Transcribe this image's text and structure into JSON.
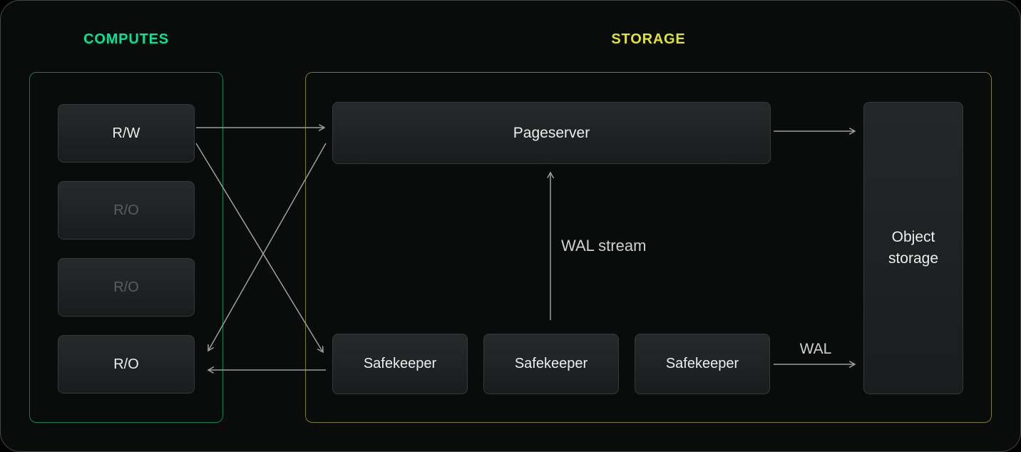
{
  "diagram": {
    "computes": {
      "title": "COMPUTES",
      "accent_color": "#00e599",
      "nodes": [
        {
          "label": "R/W",
          "state": "active"
        },
        {
          "label": "R/O",
          "state": "dimmed"
        },
        {
          "label": "R/O",
          "state": "dimmed"
        },
        {
          "label": "R/O",
          "state": "active"
        }
      ]
    },
    "storage": {
      "title": "STORAGE",
      "accent_color": "#dfe431",
      "pageserver": {
        "label": "Pageserver"
      },
      "safekeepers": [
        {
          "label": "Safekeeper"
        },
        {
          "label": "Safekeeper"
        },
        {
          "label": "Safekeeper"
        }
      ],
      "object_storage": {
        "label": "Object storage"
      },
      "labels": {
        "wal_stream": "WAL stream",
        "wal": "WAL"
      }
    }
  }
}
